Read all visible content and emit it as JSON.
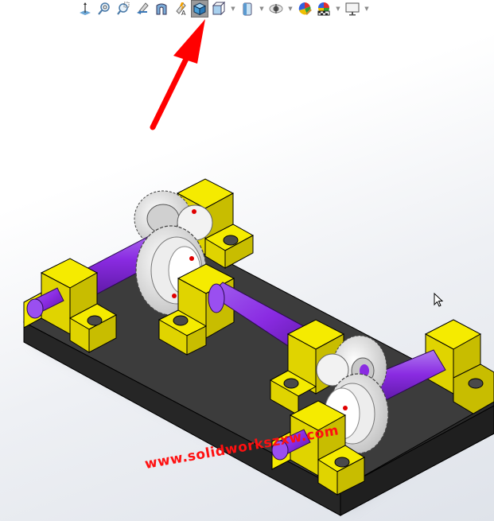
{
  "toolbar": {
    "items": [
      {
        "id": "view-orientation",
        "icon": "view-orientation-icon",
        "has_dropdown": false,
        "active": false
      },
      {
        "id": "zoom-to-fit",
        "icon": "zoom-to-fit-icon",
        "has_dropdown": false,
        "active": false
      },
      {
        "id": "zoom-to-area",
        "icon": "zoom-to-area-icon",
        "has_dropdown": false,
        "active": false
      },
      {
        "id": "previous-view",
        "icon": "previous-view-icon",
        "has_dropdown": false,
        "active": false
      },
      {
        "id": "section-view",
        "icon": "section-view-icon",
        "has_dropdown": false,
        "active": false
      },
      {
        "id": "dynamic-annotation-views",
        "icon": "dynamic-annotation-icon",
        "has_dropdown": false,
        "active": false
      },
      {
        "id": "isometric-view",
        "icon": "isometric-cube-icon",
        "has_dropdown": false,
        "active": true
      },
      {
        "id": "view-selector",
        "icon": "view-selector-icon",
        "has_dropdown": true,
        "active": false
      },
      {
        "id": "display-style",
        "icon": "display-style-icon",
        "has_dropdown": true,
        "active": false
      },
      {
        "id": "hide-show-items",
        "icon": "eye-icon",
        "has_dropdown": true,
        "active": false
      },
      {
        "id": "edit-appearance",
        "icon": "edit-appearance-icon",
        "has_dropdown": false,
        "active": false
      },
      {
        "id": "apply-scene",
        "icon": "apply-scene-icon",
        "has_dropdown": true,
        "active": false
      },
      {
        "id": "view-settings",
        "icon": "monitor-icon",
        "has_dropdown": true,
        "active": false
      }
    ],
    "dropdown_glyph": "▼"
  },
  "annotation": {
    "arrow_color": "#ff0000",
    "points_to": "isometric-view"
  },
  "model": {
    "base_plate_color": "#3a3a3a",
    "bearing_block_color": "#f2e600",
    "shaft_color": "#8a2be2",
    "gear_color": "#e6e6e6",
    "bolt_color": "#4a4a4a",
    "pin_color": "#e00000"
  },
  "watermark": {
    "text": "www.solidworkszxw.com",
    "color": "#ff1010"
  }
}
